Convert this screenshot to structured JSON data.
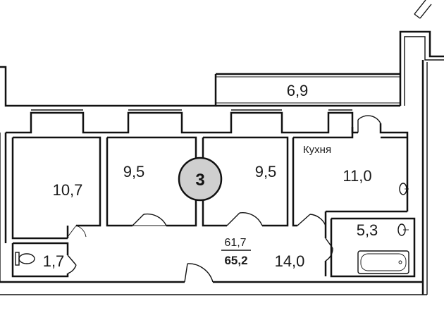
{
  "plan": {
    "rooms_count_badge": "3",
    "total_living_area": "61,7",
    "total_area": "65,2",
    "rooms": [
      {
        "id": "room-left",
        "area": "10,7"
      },
      {
        "id": "room-middle-left",
        "area": "9,5"
      },
      {
        "id": "room-middle-right",
        "area": "9,5"
      },
      {
        "id": "kitchen",
        "name": "Кухня",
        "area": "11,0"
      },
      {
        "id": "balcony",
        "area": "6,9"
      },
      {
        "id": "toilet",
        "area": "1,7"
      },
      {
        "id": "hallway",
        "area": "14,0"
      },
      {
        "id": "bathroom",
        "area": "5,3"
      }
    ]
  },
  "colors": {
    "wall": "#111111",
    "badge_fill": "#cfcfcf",
    "background": "#ffffff"
  }
}
